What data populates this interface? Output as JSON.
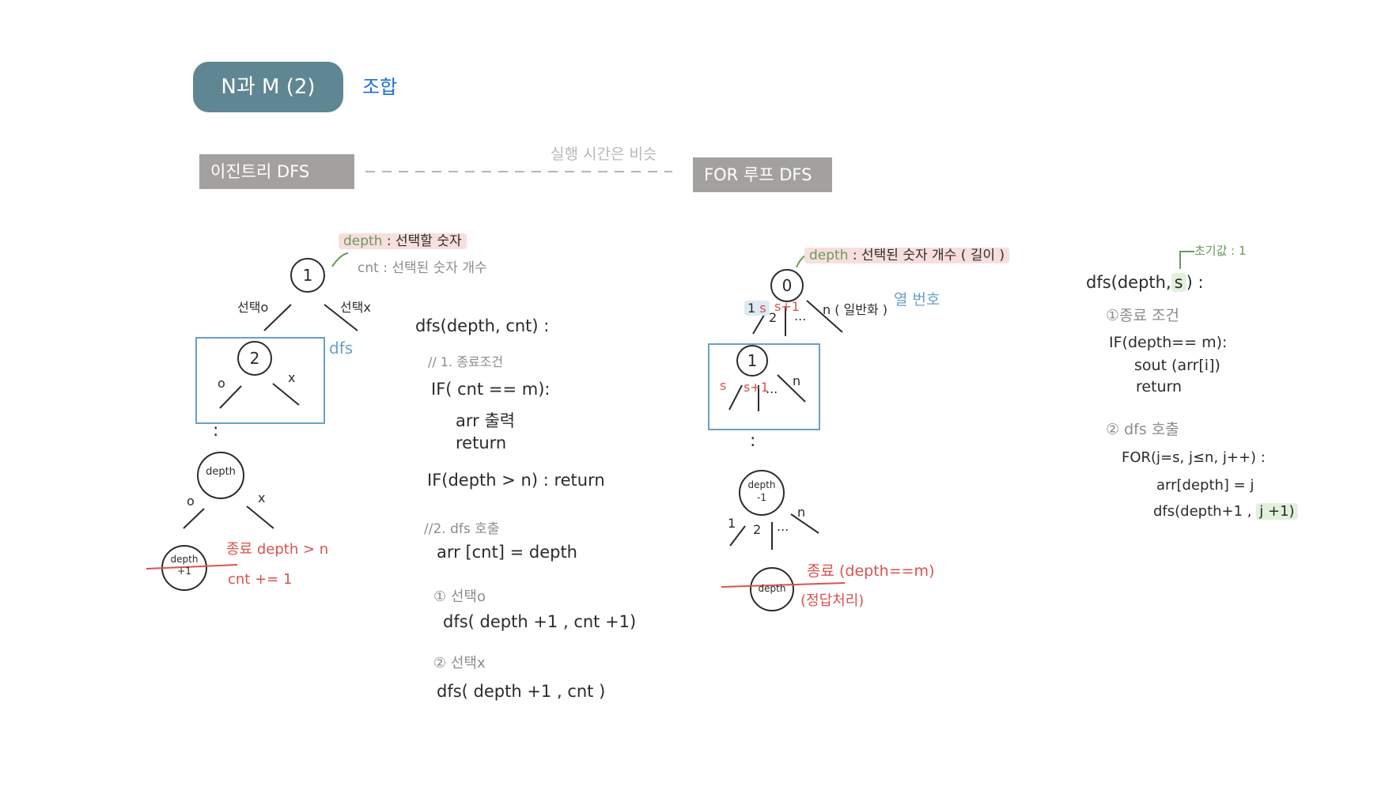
{
  "header": {
    "title": "N과 M (2)",
    "subtitle": "조합"
  },
  "labels": {
    "left_method": "이진트리 DFS",
    "right_method": "FOR 루프 DFS",
    "compare_note": "실행 시간은 비슷"
  },
  "left_tree": {
    "depth_note_key": "depth",
    "depth_note_val": ": 선택할 숫자",
    "cnt_note": "cnt : 선택된 숫자 개수",
    "root": "1",
    "select_o": "선택o",
    "select_x": "선택x",
    "node2": "2",
    "o_mark": "o",
    "x_mark": "x",
    "dfs_label": "dfs",
    "dots": ":",
    "depth_node": "depth",
    "leaf_top": "depth",
    "leaf_bottom": "+1",
    "end_cond": "종료 depth > n",
    "cnt_inc": "cnt += 1"
  },
  "left_code": {
    "sig": "dfs(depth, cnt) :",
    "c1": "// 1. 종료조건",
    "c2": "IF( cnt == m):",
    "c3": "arr 출력",
    "c4": "return",
    "c5": "IF(depth > n) : return",
    "c6": "//2. dfs 호출",
    "c7": "arr [cnt] = depth",
    "c8": "① 선택o",
    "c9": "dfs( depth +1 , cnt +1)",
    "c10": "② 선택x",
    "c11": "dfs( depth +1 , cnt )"
  },
  "right_tree": {
    "depth_note_key": "depth",
    "depth_note_val": ": 선택된 숫자 개수 ( 길이 )",
    "root": "0",
    "b1": "1",
    "b_s": "s",
    "b_s1": "s+1",
    "b2": "2",
    "b_dots": "...",
    "b_n": "n ( 일반화 )",
    "col_label": "열 번호",
    "node1": "1",
    "c_s": "s",
    "c_s1": "s+1",
    "c_dots": "...",
    "c_n": "n",
    "vdots": ":",
    "node_depth_top": "depth",
    "node_depth_bot": "-1",
    "d1": "1",
    "d2": "2",
    "d_dots": "...",
    "d_n": "n",
    "leaf": "depth",
    "end_cond": "종료 (depth==m)",
    "answer": "(정답처리)"
  },
  "right_code": {
    "init_note": "초기값 : 1",
    "sig_pre": "dfs(depth,",
    "sig_s": "s",
    "sig_post": ") :",
    "c1": "①종료 조건",
    "c2": "IF(depth== m):",
    "c3": "sout (arr[i])",
    "c4": "return",
    "c5": "② dfs 호출",
    "c6": "FOR(j=s, j≤n, j++) :",
    "c7": "arr[depth] = j",
    "c8_pre": "dfs(depth+1 ,",
    "c8_hl": "j +1)"
  },
  "colors": {
    "pill": "#5f8793",
    "label_box": "#a3a1a0",
    "green": "#6a9a5a",
    "red": "#d9534f",
    "blue_box": "#6aa0c7",
    "link_blue": "#1a6fd6"
  }
}
